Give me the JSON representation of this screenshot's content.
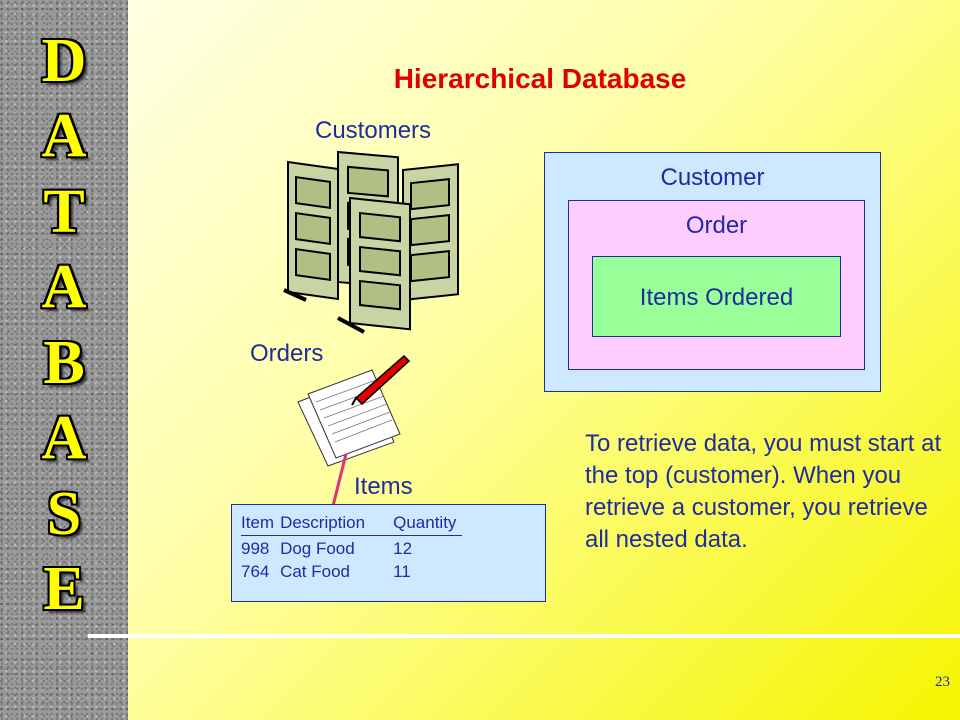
{
  "sidebar": {
    "letters": [
      "D",
      "A",
      "T",
      "A",
      "B",
      "A",
      "S",
      "E"
    ]
  },
  "title": "Hierarchical Database",
  "labels": {
    "customers": "Customers",
    "orders": "Orders",
    "items": "Items"
  },
  "nested": {
    "customer": "Customer",
    "order": "Order",
    "items_ordered": "Items Ordered"
  },
  "items_table": {
    "headers": [
      "Item",
      "Description",
      "Quantity"
    ],
    "rows": [
      [
        "998",
        "Dog Food",
        "12"
      ],
      [
        "764",
        "Cat Food",
        "11"
      ]
    ]
  },
  "description": "To retrieve data, you must start at the top (customer). When you retrieve a customer, you retrieve all nested data.",
  "page_number": "23",
  "colors": {
    "title": "#e00000",
    "text": "#1f2ca0",
    "customer_box": "#cce9ff",
    "order_box": "#ffccff",
    "items_box": "#99ff99",
    "cabinet": "#c8d4a4",
    "pen": "#e00000"
  },
  "icons": [
    "filing-cabinet-icon",
    "paper-with-pen-icon"
  ]
}
